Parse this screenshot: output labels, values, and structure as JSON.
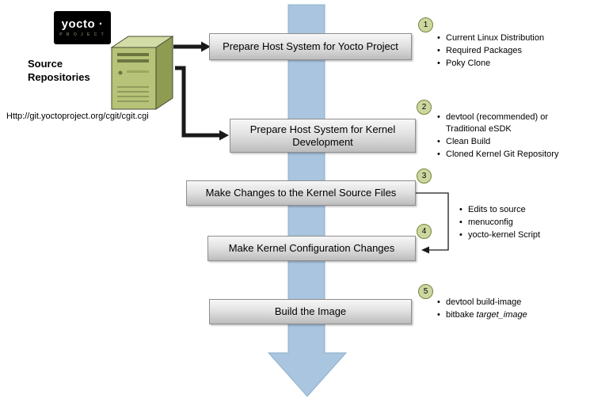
{
  "logo": {
    "wordmark": "yocto ·",
    "project_text": "P R O J E C T"
  },
  "source_repositories": {
    "title": "Source\nRepositories",
    "url": "Http://git.yoctoproject.org/cgit/cgit.cgi"
  },
  "steps": [
    {
      "number": "1",
      "label": "Prepare Host System for Yocto Project",
      "bullets": [
        "Current Linux Distribution",
        "Required Packages",
        "Poky Clone"
      ]
    },
    {
      "number": "2",
      "label": "Prepare Host System for Kernel Development",
      "bullets": [
        "devtool (recommended) or Traditional eSDK",
        "Clean Build",
        "Cloned Kernel Git Repository"
      ]
    },
    {
      "number": "3",
      "label": "Make Changes to the Kernel Source Files"
    },
    {
      "number": "4",
      "label": "Make Kernel Configuration Changes"
    },
    {
      "number": "5",
      "label": "Build the Image",
      "bullets": [
        "devtool build-image"
      ],
      "bullet2_normal": "bitbake ",
      "bullet2_italic": "target_image"
    }
  ],
  "shared_bullets_steps_3_4": [
    "Edits to source",
    "menuconfig",
    "yocto-kernel Script"
  ],
  "colors": {
    "flow_arrow_blue": "#a9c5e0",
    "step_box_border": "#8f8f8f",
    "badge_fill": "#ccd7a0",
    "badge_border": "#75853c",
    "server_front": "#b6c378",
    "server_side": "#8e9c52",
    "server_top": "#d2dca6"
  }
}
